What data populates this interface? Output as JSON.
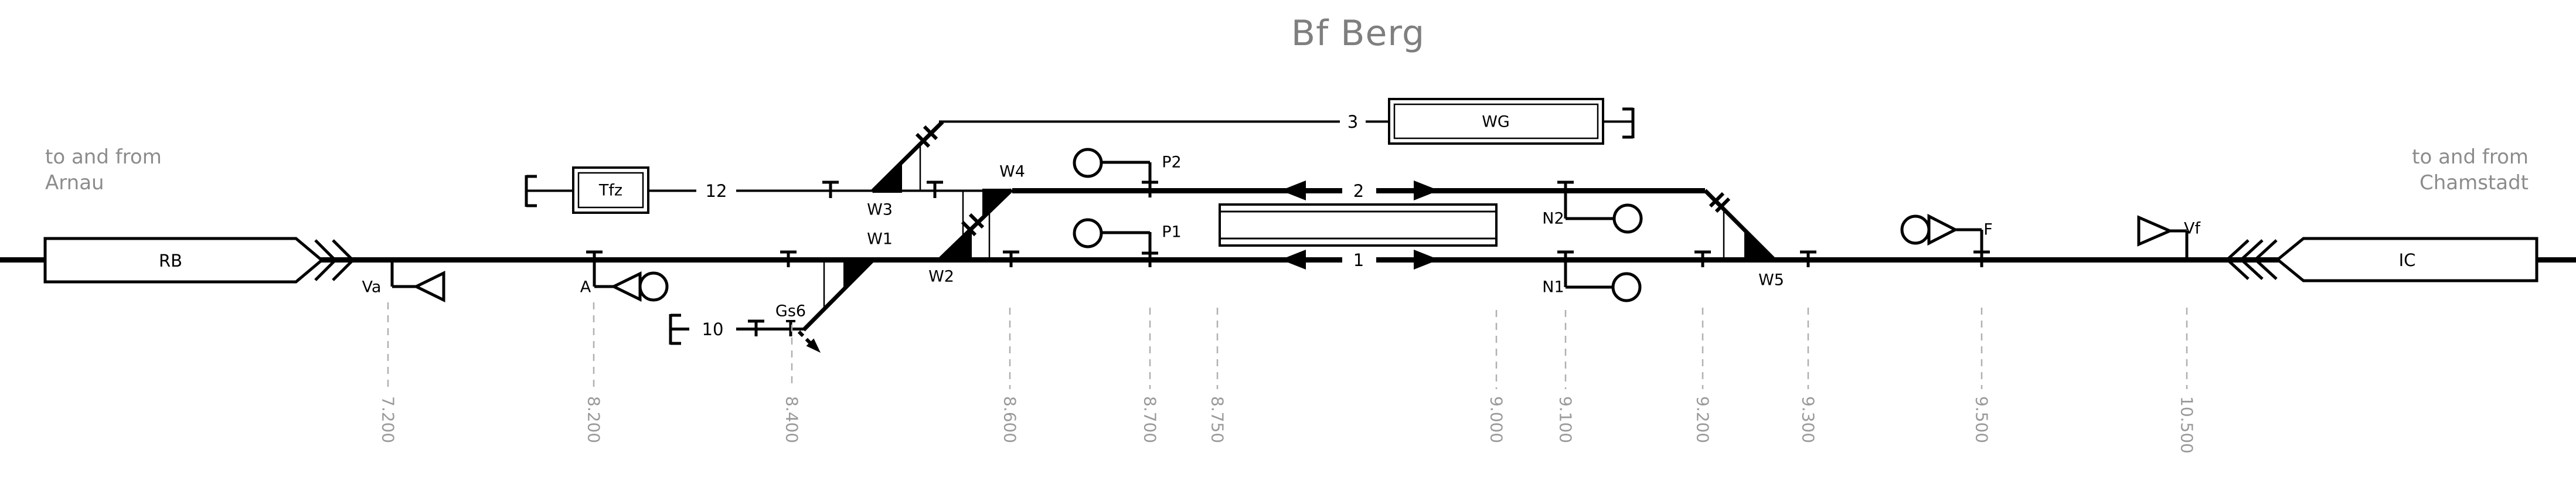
{
  "title": "Bf Berg",
  "routes": {
    "left": {
      "line1": "to and from",
      "line2": "Arnau"
    },
    "right": {
      "line1": "to and from",
      "line2": "Chamstadt"
    }
  },
  "station_boxes": {
    "rb": "RB",
    "ic": "IC",
    "tfz": "Tfz",
    "wg": "WG"
  },
  "track_numbers": {
    "t1": "1",
    "t2": "2",
    "t3": "3",
    "t10": "10",
    "t12": "12"
  },
  "switch_labels": {
    "w1": "W1",
    "w2": "W2",
    "w3": "W3",
    "w4": "W4",
    "w5": "W5"
  },
  "signal_labels": {
    "va": "Va",
    "a": "A",
    "p1": "P1",
    "p2": "P2",
    "n1": "N1",
    "n2": "N2",
    "f": "F",
    "vf": "Vf"
  },
  "derailer_label": "Gs6",
  "km_markers": [
    {
      "label": "7.200"
    },
    {
      "label": "8.200"
    },
    {
      "label": "8.400"
    },
    {
      "label": "8.600"
    },
    {
      "label": "8.700"
    },
    {
      "label": "8.750"
    },
    {
      "label": "9.000"
    },
    {
      "label": "9.100"
    },
    {
      "label": "9.200"
    },
    {
      "label": "9.300"
    },
    {
      "label": "9.500"
    },
    {
      "label": "10.500"
    }
  ],
  "colors": {
    "track": "#000000",
    "title_text": "#7f7f7f",
    "muted_text": "#8c8c8c",
    "km_text": "#999999",
    "km_dash": "#b0b0b0"
  }
}
